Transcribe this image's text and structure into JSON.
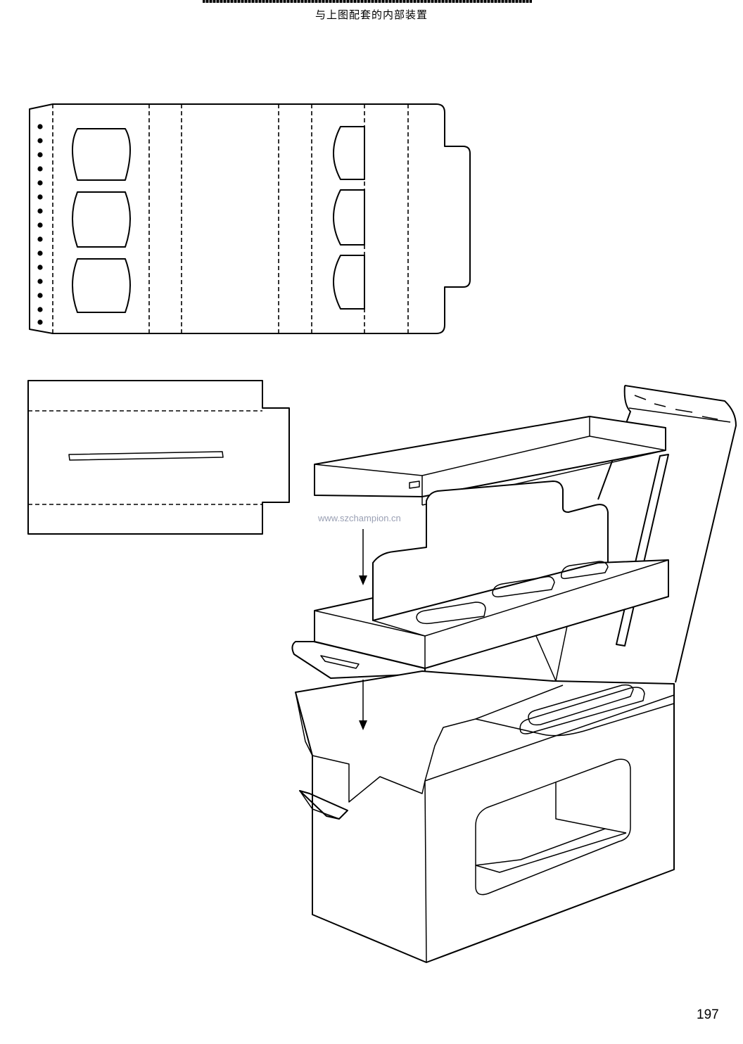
{
  "caption": "与上图配套的内部装置",
  "watermark": "www.szchampion.cn",
  "page_number": "197",
  "icons": [
    "arrow-down-icon"
  ]
}
